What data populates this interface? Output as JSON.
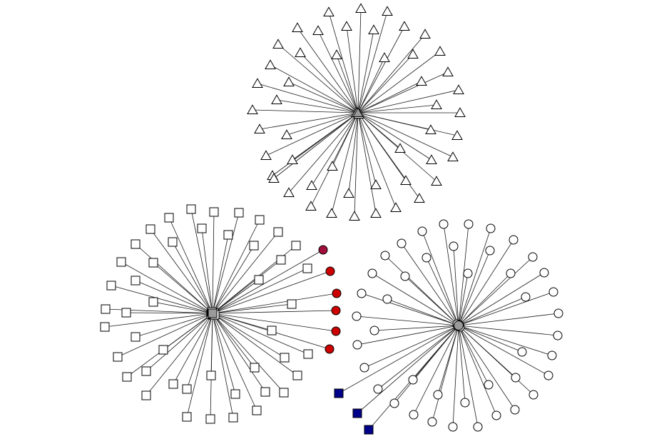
{
  "diagram": {
    "type": "network-graph",
    "stroke_color": "#000000",
    "edge_color": "#1a1a1a",
    "clusters": [
      {
        "name": "triangle-cluster",
        "center_shape": "triangle",
        "center_fill": "#9a9a9a",
        "leaf_shape": "triangle",
        "leaf_fill": "#ffffff",
        "leaf_count": 51
      },
      {
        "name": "square-cluster",
        "center_shape": "square",
        "center_fill": "#9a9a9a",
        "leaf_shape": "square",
        "leaf_fill": "#ffffff",
        "leaf_count": 51,
        "extra_leaves": [
          {
            "shape": "circle",
            "fill": "#a0103a",
            "count": 1
          },
          {
            "shape": "circle",
            "fill": "#cc0000",
            "count": 5
          }
        ]
      },
      {
        "name": "circle-cluster",
        "center_shape": "circle",
        "center_fill": "#9a9a9a",
        "leaf_shape": "circle",
        "leaf_fill": "#ffffff",
        "leaf_count": 47,
        "extra_leaves": [
          {
            "shape": "square",
            "fill": "#00008b",
            "count": 3
          }
        ]
      }
    ]
  }
}
